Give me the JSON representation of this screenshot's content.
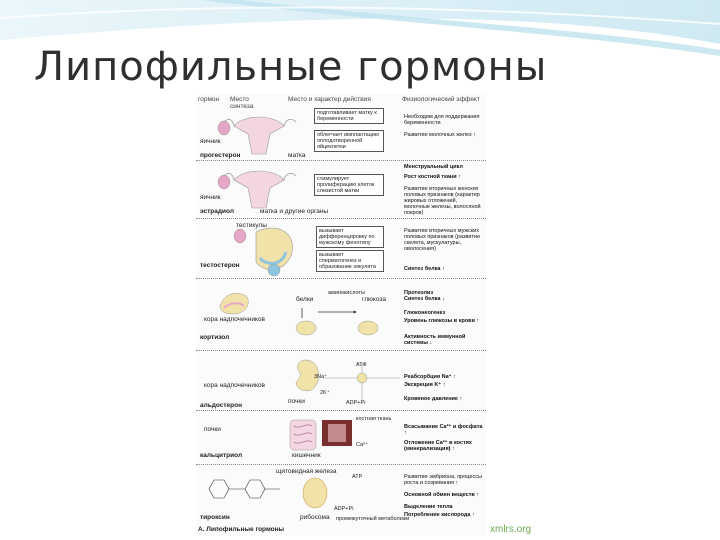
{
  "slide": {
    "title": "Липофильные гормоны",
    "watermark": "xmlrs.org"
  },
  "figure": {
    "headers": {
      "hormone": "гормон",
      "synthesis": "Место синтеза",
      "action_place": "Место и характер действия",
      "effect": "Физиологический эффект"
    },
    "rows": [
      {
        "hormone": "прогестерон",
        "source": "яичник",
        "target": "матка",
        "boxes": [
          "подготавливает матку к беременности",
          "облегчает имплантацию оплодотворенной яйцеклетки"
        ],
        "effects": [
          {
            "text": "Необходим для поддержания беременности",
            "bold": false
          },
          {
            "text": "Развитие молочных желез ↑",
            "bold": false
          }
        ]
      },
      {
        "hormone": "эстрадиол",
        "source": "яичник",
        "target": "матка и другие органы",
        "boxes": [
          "стимулирует пролиферацию клеток слизистой матки"
        ],
        "effects": [
          {
            "text": "Менструальный цикл",
            "bold": true
          },
          {
            "text": "Рост костной ткани ↑",
            "bold": true
          },
          {
            "text": "Развитие вторичных женских половых признаков (характер жировых отложений, молочные железы, волосяной покров)",
            "bold": false
          }
        ]
      },
      {
        "hormone": "тестостерон",
        "source": "тестикулы",
        "target": "",
        "boxes": [
          "вызывает дифференцировку по мужскому фенотипу",
          "вызывает сперматогенез и образование эякулята"
        ],
        "effects": [
          {
            "text": "Развитие вторичных мужских половых признаков (развитие скелета, мускулатуры, оволосения)",
            "bold": false
          },
          {
            "text": "Синтез белка ↑",
            "bold": true
          }
        ]
      },
      {
        "hormone": "кортизол",
        "source": "кора надпочечников",
        "target": "",
        "labels": [
          "белки",
          "аминокислоты",
          "глюкоза"
        ],
        "effects": [
          {
            "text": "Протеолиз",
            "bold": true
          },
          {
            "text": "Синтез белка ↓",
            "bold": true
          },
          {
            "text": "Глюконеогенез",
            "bold": true
          },
          {
            "text": "Уровень глюкозы в крови ↑",
            "bold": true
          },
          {
            "text": "Активность иммунной системы ↓",
            "bold": true
          }
        ]
      },
      {
        "hormone": "альдостерон",
        "source": "кора надпочечников",
        "target": "почки",
        "labels": [
          "3Na⁺",
          "2K⁺",
          "АТФ",
          "ADP+Pi"
        ],
        "effects": [
          {
            "text": "Реабсорбция Na⁺ ↑",
            "bold": true
          },
          {
            "text": "Экскреция K⁺ ↑",
            "bold": true
          },
          {
            "text": "Кровяное давление ↑",
            "bold": true
          }
        ]
      },
      {
        "hormone": "кальцитриол",
        "source": "почки",
        "target": "кишечник",
        "labels": [
          "костная ткань",
          "Ca²⁺"
        ],
        "effects": [
          {
            "text": "Всасывание Ca²⁺ и фосфата ↑",
            "bold": true
          },
          {
            "text": "Отложение Ca²⁺ в костях (минерализация) ↑",
            "bold": true
          }
        ]
      },
      {
        "hormone": "тироксин",
        "source": "щитовидная железа",
        "target": "рибосома",
        "labels": [
          "промежуточный метаболизм",
          "ATP",
          "ADP+Pi"
        ],
        "effects": [
          {
            "text": "Развитие эмбриона, процессы роста и созревания ↑",
            "bold": false
          },
          {
            "text": "Основной обмен веществ ↑",
            "bold": true
          },
          {
            "text": "Выделение тепла",
            "bold": true
          },
          {
            "text": "Потребление кислорода ↑",
            "bold": true
          }
        ]
      }
    ],
    "caption": "А. Липофильные гормоны"
  },
  "colors": {
    "title": "#2f2f2f",
    "band": "#d8eef6",
    "watermark": "#6aa84f",
    "organ_pink": "#e6a6c6",
    "organ_yellow": "#f0e2a8",
    "organ_blue": "#8fc4e0"
  }
}
